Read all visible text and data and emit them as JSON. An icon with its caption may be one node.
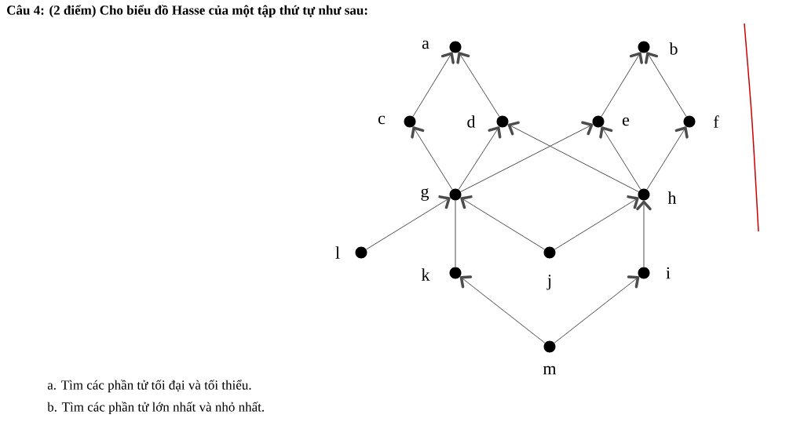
{
  "diagram": {
    "title": "Câu 4: (2 điểm) Cho biểu đồ Hasse của một tập thứ tự như sau:",
    "nodes": [
      {
        "text": [
          "a"
        ]
      },
      {
        "text": [
          "b"
        ]
      },
      {
        "text": [
          "c"
        ]
      },
      {
        "text": [
          "d"
        ]
      },
      {
        "text": [
          "e"
        ]
      },
      {
        "text": [
          "f"
        ]
      },
      {
        "text": [
          "g"
        ]
      },
      {
        "text": [
          "h"
        ]
      },
      {
        "text": [
          "l"
        ]
      },
      {
        "text": [
          "j"
        ]
      },
      {
        "text": [
          "k"
        ]
      },
      {
        "text": [
          "i"
        ]
      },
      {
        "text": [
          "m"
        ]
      }
    ],
    "edges": [
      {
        "from": 2,
        "to": 0,
        "arrow": "to"
      },
      {
        "from": 3,
        "to": 0,
        "arrow": "to"
      },
      {
        "from": 4,
        "to": 1,
        "arrow": "to"
      },
      {
        "from": 5,
        "to": 1,
        "arrow": "to"
      },
      {
        "from": 6,
        "to": 2,
        "arrow": "to"
      },
      {
        "from": 6,
        "to": 3,
        "arrow": "to"
      },
      {
        "from": 6,
        "to": 4,
        "arrow": "to"
      },
      {
        "from": 7,
        "to": 3,
        "arrow": "to"
      },
      {
        "from": 7,
        "to": 4,
        "arrow": "to"
      },
      {
        "from": 7,
        "to": 5,
        "arrow": "to"
      },
      {
        "from": 8,
        "to": 6,
        "arrow": "to"
      },
      {
        "from": 9,
        "to": 6,
        "arrow": "to"
      },
      {
        "from": 9,
        "to": 7,
        "arrow": "to"
      },
      {
        "from": 10,
        "to": 6,
        "arrow": "none"
      },
      {
        "from": 11,
        "to": 7,
        "arrow": "to"
      },
      {
        "from": 12,
        "to": 10,
        "arrow": "to"
      },
      {
        "from": 12,
        "to": 11,
        "arrow": "to"
      }
    ],
    "labels": [
      "a. Tìm các phần tử tối đại và tối thiểu.",
      "b. Tìm các phần tử lớn nhất và nhỏ nhất."
    ]
  }
}
